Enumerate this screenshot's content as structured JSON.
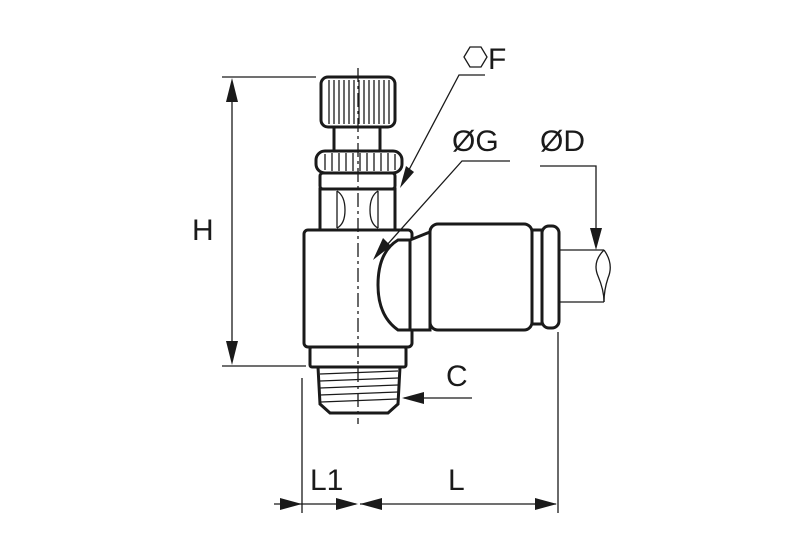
{
  "labels": {
    "hex_f": "F",
    "dia_g": "ØG",
    "dia_d": "ØD",
    "h": "H",
    "c": "C",
    "l1": "L1",
    "l": "L"
  },
  "icons": {
    "hexagon": "hexagon-icon"
  },
  "colors": {
    "line": "#1a1a1a",
    "background": "#ffffff"
  }
}
